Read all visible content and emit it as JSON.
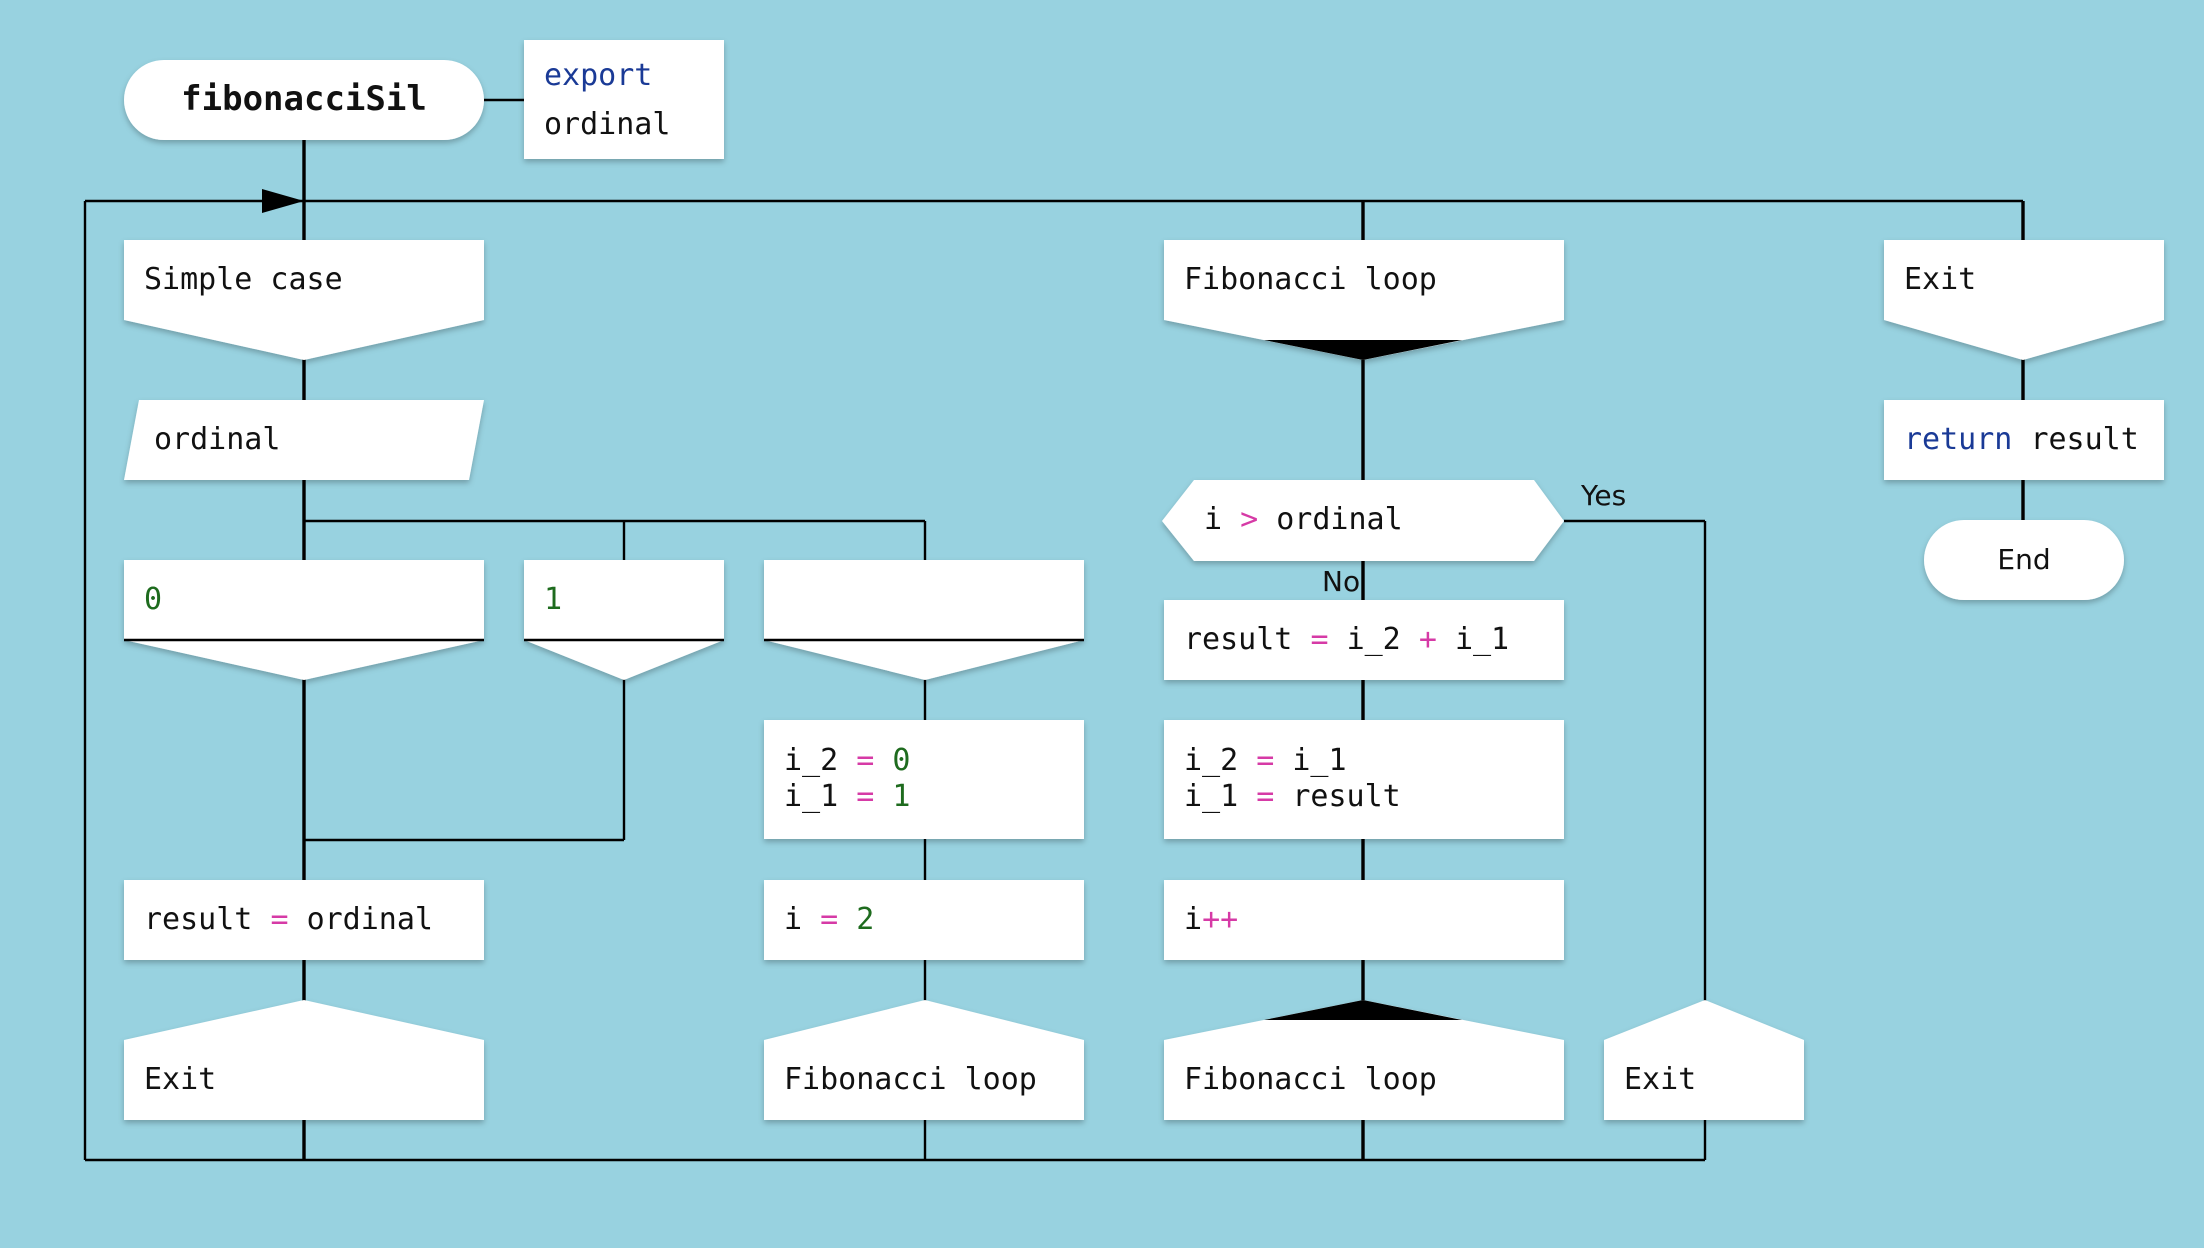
{
  "function": {
    "name": "fibonacciSil",
    "params_keyword": "export",
    "param": "ordinal"
  },
  "branch_simple": {
    "header": "Simple case",
    "selector": "ordinal",
    "case0": "0",
    "case1": "1",
    "case_default": "",
    "assign_result": {
      "var": "result",
      "op": "=",
      "value": "ordinal"
    },
    "exit": "Exit"
  },
  "default_path": {
    "init_i2": {
      "var": "i_2",
      "op": "=",
      "value": "0"
    },
    "init_i1": {
      "var": "i_1",
      "op": "=",
      "value": "1"
    },
    "init_i": {
      "var": "i",
      "op": "=",
      "value": "2"
    },
    "goto": "Fibonacci loop"
  },
  "branch_loop": {
    "header": "Fibonacci loop",
    "condition": {
      "left": "i",
      "op": ">",
      "right": "ordinal"
    },
    "yes_label": "Yes",
    "no_label": "No",
    "sum": {
      "var": "result",
      "op1": "=",
      "a": "i_2",
      "op2": "+",
      "b": "i_1"
    },
    "shift1": {
      "var": "i_2",
      "op": "=",
      "value": "i_1"
    },
    "shift2": {
      "var": "i_1",
      "op": "=",
      "value": "result"
    },
    "increment": {
      "var": "i",
      "op": "++"
    },
    "goto": "Fibonacci loop",
    "exit": "Exit"
  },
  "branch_exit": {
    "header": "Exit",
    "return_keyword": "return",
    "return_value": "result",
    "end": "End"
  },
  "colors": {
    "background": "#98d2e0",
    "keyword": "#1a3a96",
    "operator": "#d63aa6",
    "number": "#1e6b1e"
  }
}
